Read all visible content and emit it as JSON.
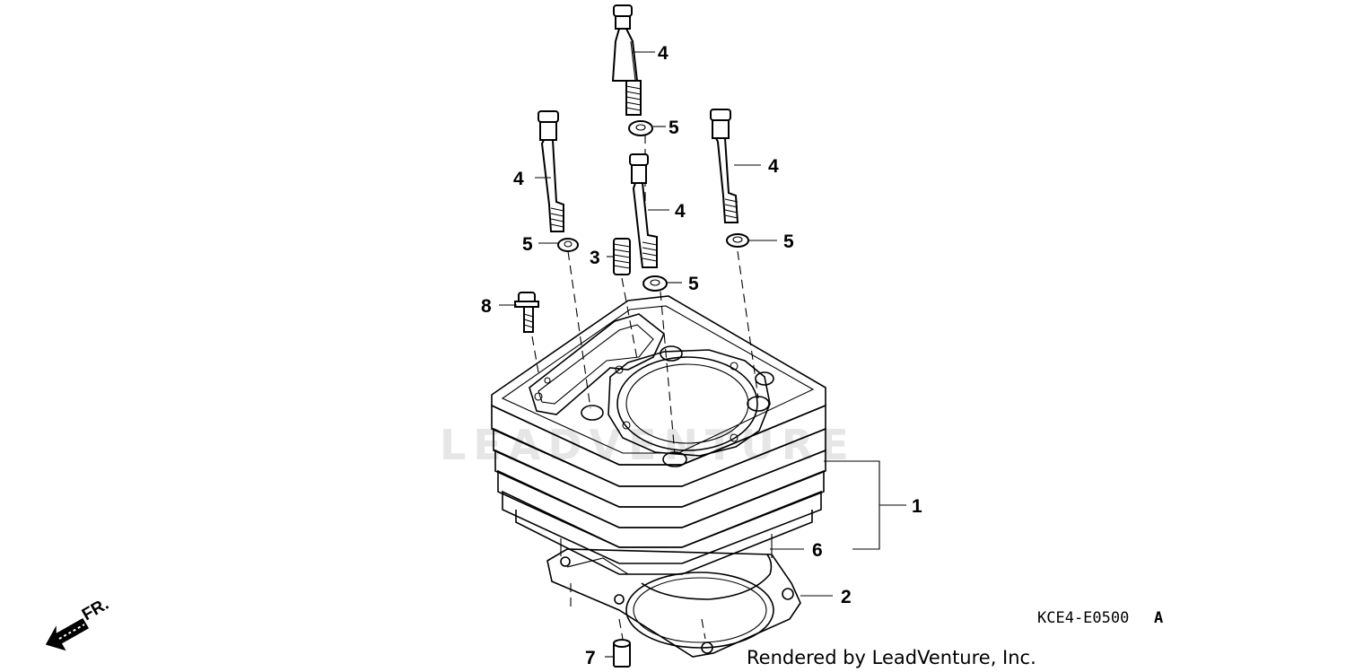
{
  "watermark": "LEADVENTURE",
  "callouts": {
    "c1": "1",
    "c2": "2",
    "c3": "3",
    "c4a": "4",
    "c4b": "4",
    "c4c": "4",
    "c4d": "4",
    "c5a": "5",
    "c5b": "5",
    "c5c": "5",
    "c5d": "5",
    "c6": "6",
    "c7": "7",
    "c8": "8"
  },
  "direction_label": "FR.",
  "diagram_code": "KCE4-E0500",
  "diagram_code_suffix": "A",
  "credit": "Rendered by LeadVenture, Inc."
}
